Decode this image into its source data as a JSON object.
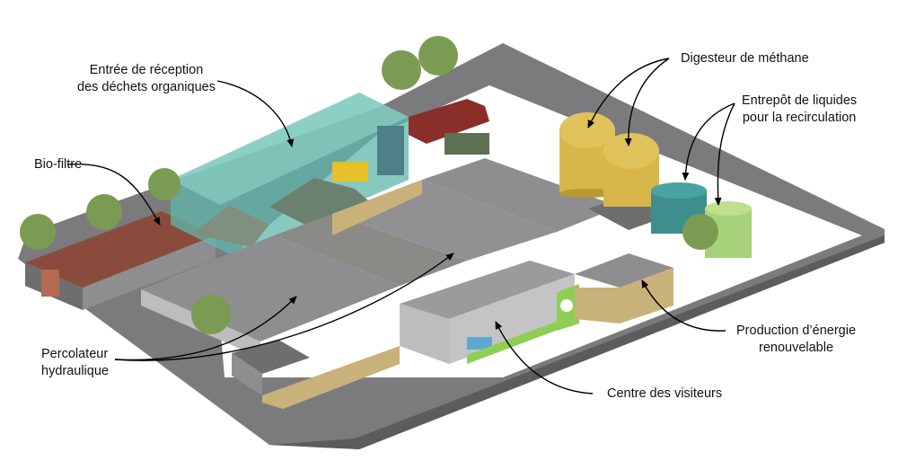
{
  "labels": {
    "reception": [
      "Entrée de réception",
      "des déchets organiques"
    ],
    "biofilter": "Bio-filtre",
    "digester": "Digesteur de méthane",
    "liquid_storage": [
      "Entrepôt de liquides",
      "pour la recirculation"
    ],
    "percolator": [
      "Percolateur",
      "hydraulique"
    ],
    "energy": [
      "Production d’énergie",
      "renouvelable"
    ],
    "visitors": "Centre des visiteurs"
  },
  "colors": {
    "road": "#7b7b7d",
    "ground": "#ffffff",
    "roof": "#8e8e90",
    "wall": "#bdbdbf",
    "glass": "#5fb7ac",
    "brick": "#c9b27a",
    "biofilter_roof": "#8a4b3d",
    "digester": "#d8b64a",
    "tank": "#3f8e8e",
    "tank_green": "#a8d27a",
    "truck": "#8a2e2a",
    "accent_green": "#8fce55",
    "tree": "#7c9b52"
  }
}
